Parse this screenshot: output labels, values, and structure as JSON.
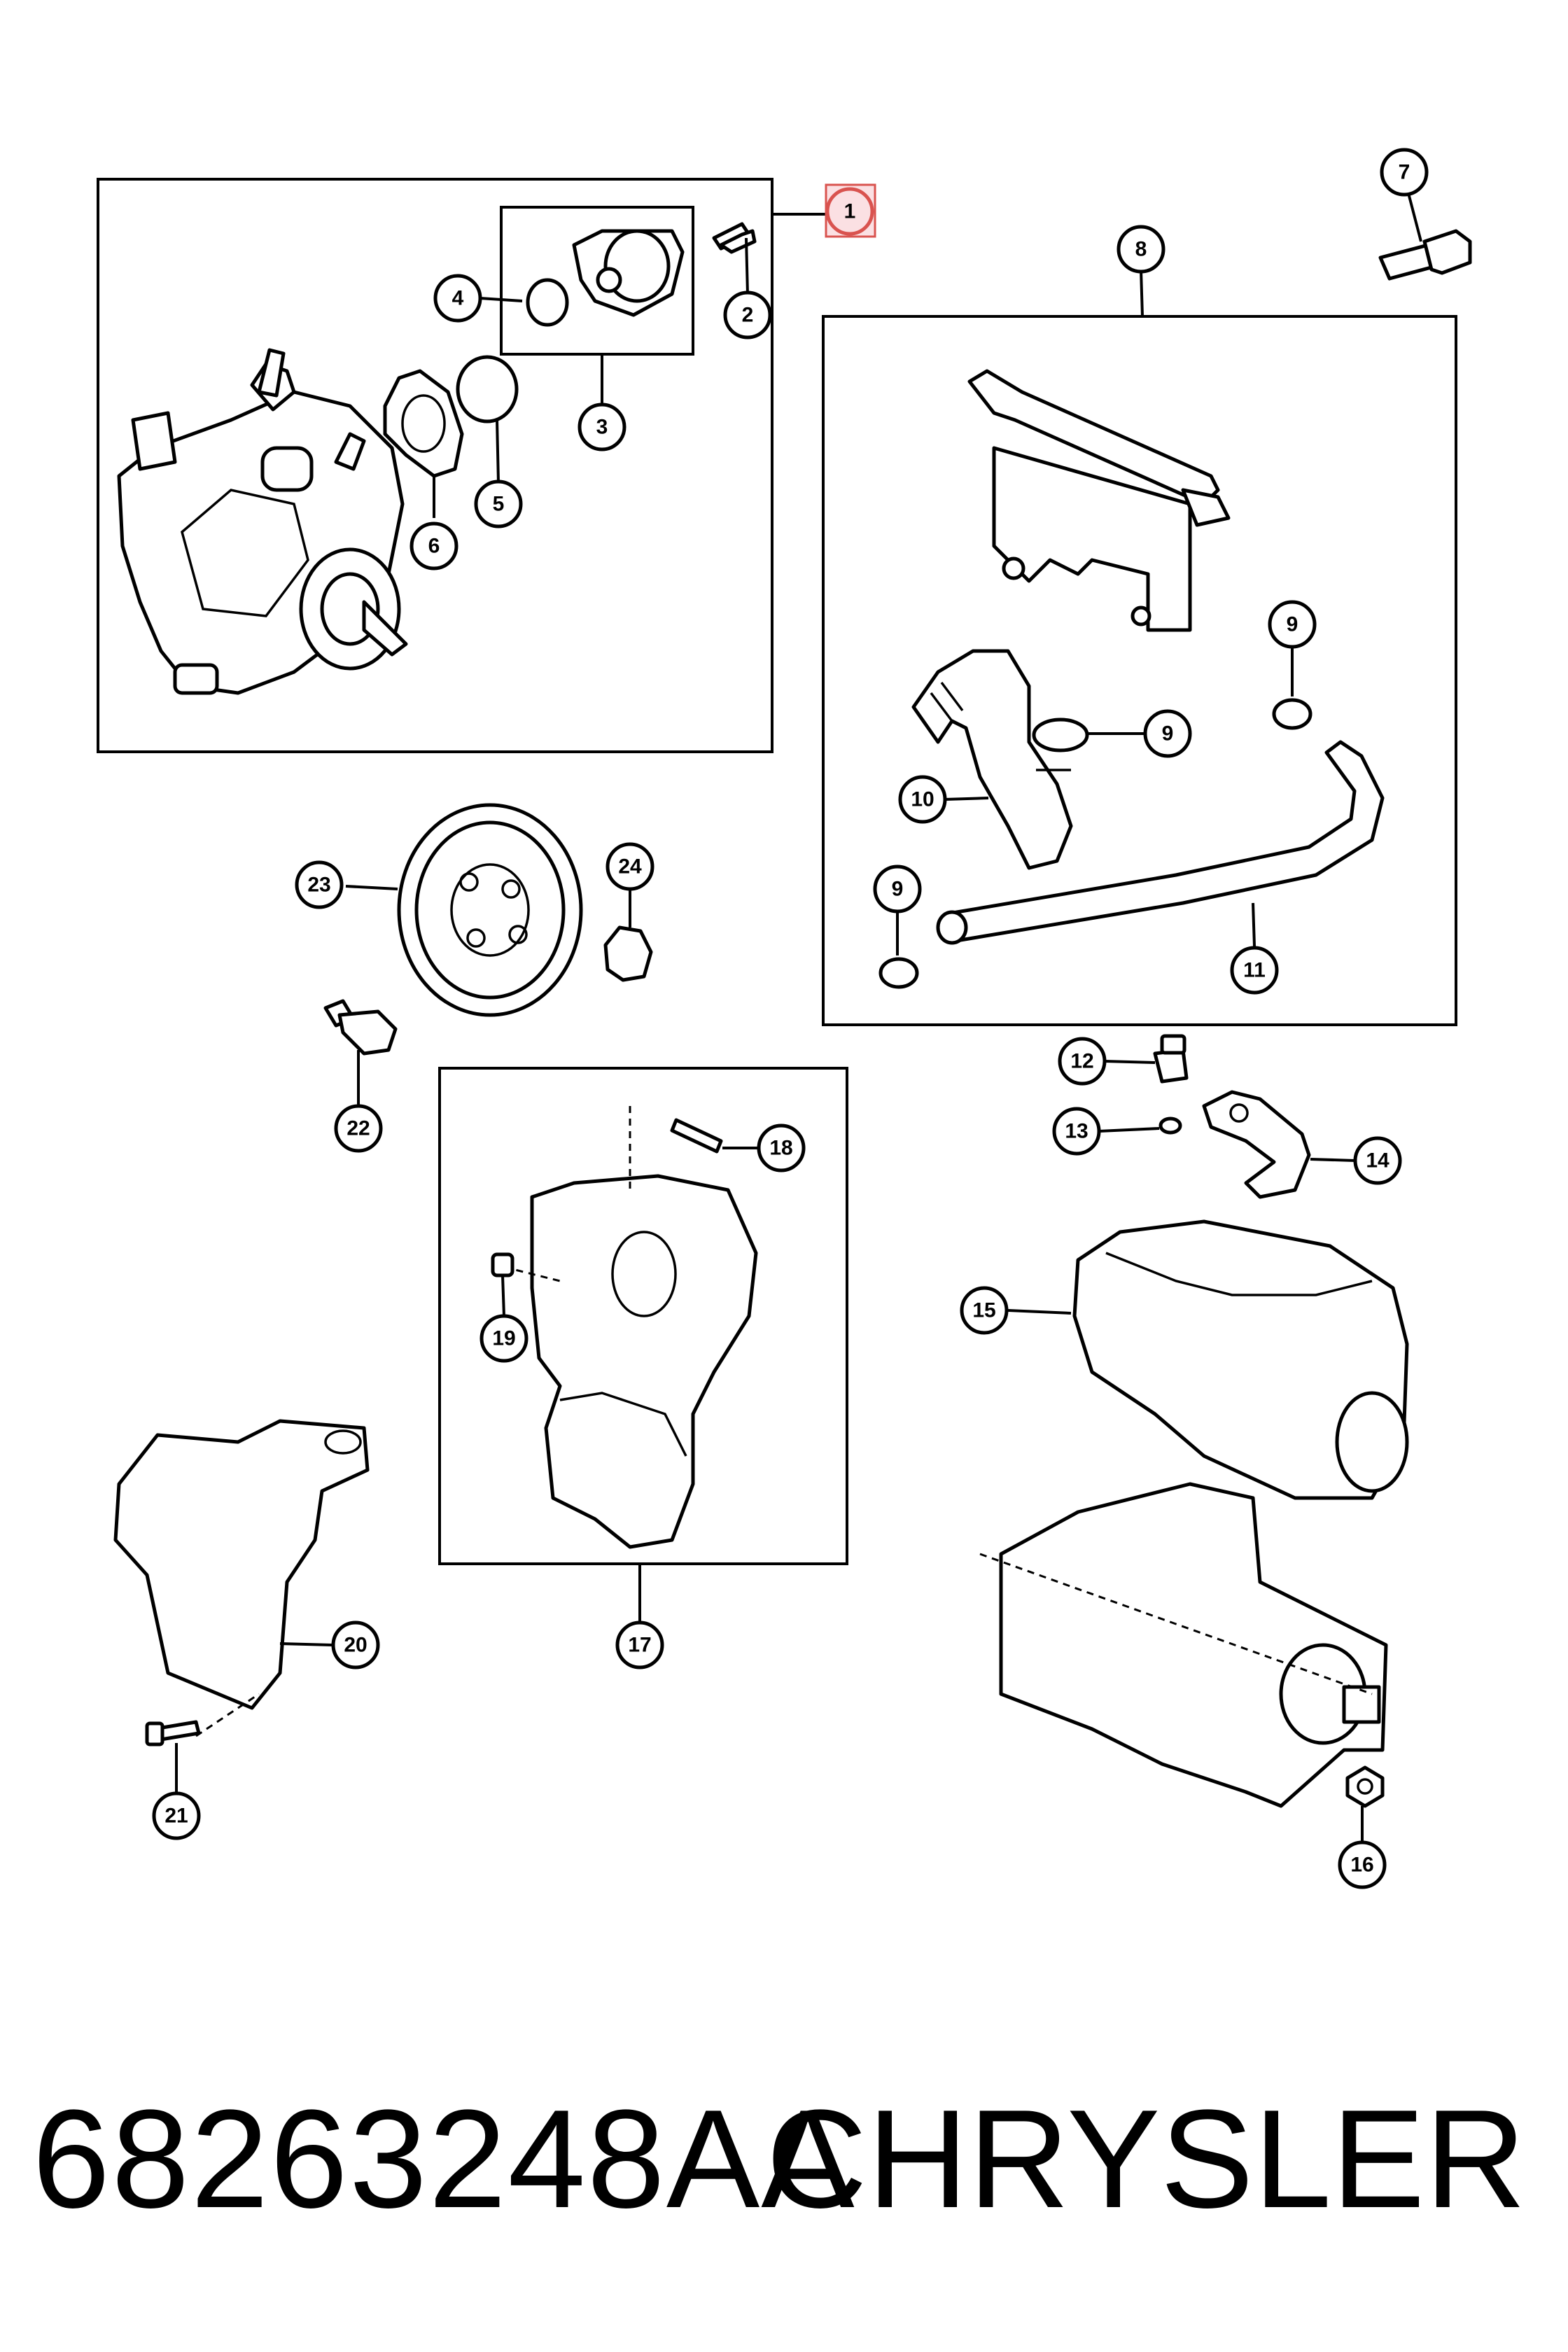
{
  "callouts": {
    "c1": "1",
    "c2": "2",
    "c3": "3",
    "c4": "4",
    "c5": "5",
    "c6": "6",
    "c7": "7",
    "c8": "8",
    "c9a": "9",
    "c9b": "9",
    "c9c": "9",
    "c10": "10",
    "c11": "11",
    "c12": "12",
    "c13": "13",
    "c14": "14",
    "c15": "15",
    "c16": "16",
    "c17": "17",
    "c18": "18",
    "c19": "19",
    "c20": "20",
    "c21": "21",
    "c22": "22",
    "c23": "23",
    "c24": "24"
  },
  "footer": {
    "part_number": "68263248AA",
    "brand": "CHRYSLER"
  },
  "colors": {
    "line": "#000000",
    "highlight_fill": "#fbe0e3",
    "highlight_stroke": "#d9534f"
  }
}
